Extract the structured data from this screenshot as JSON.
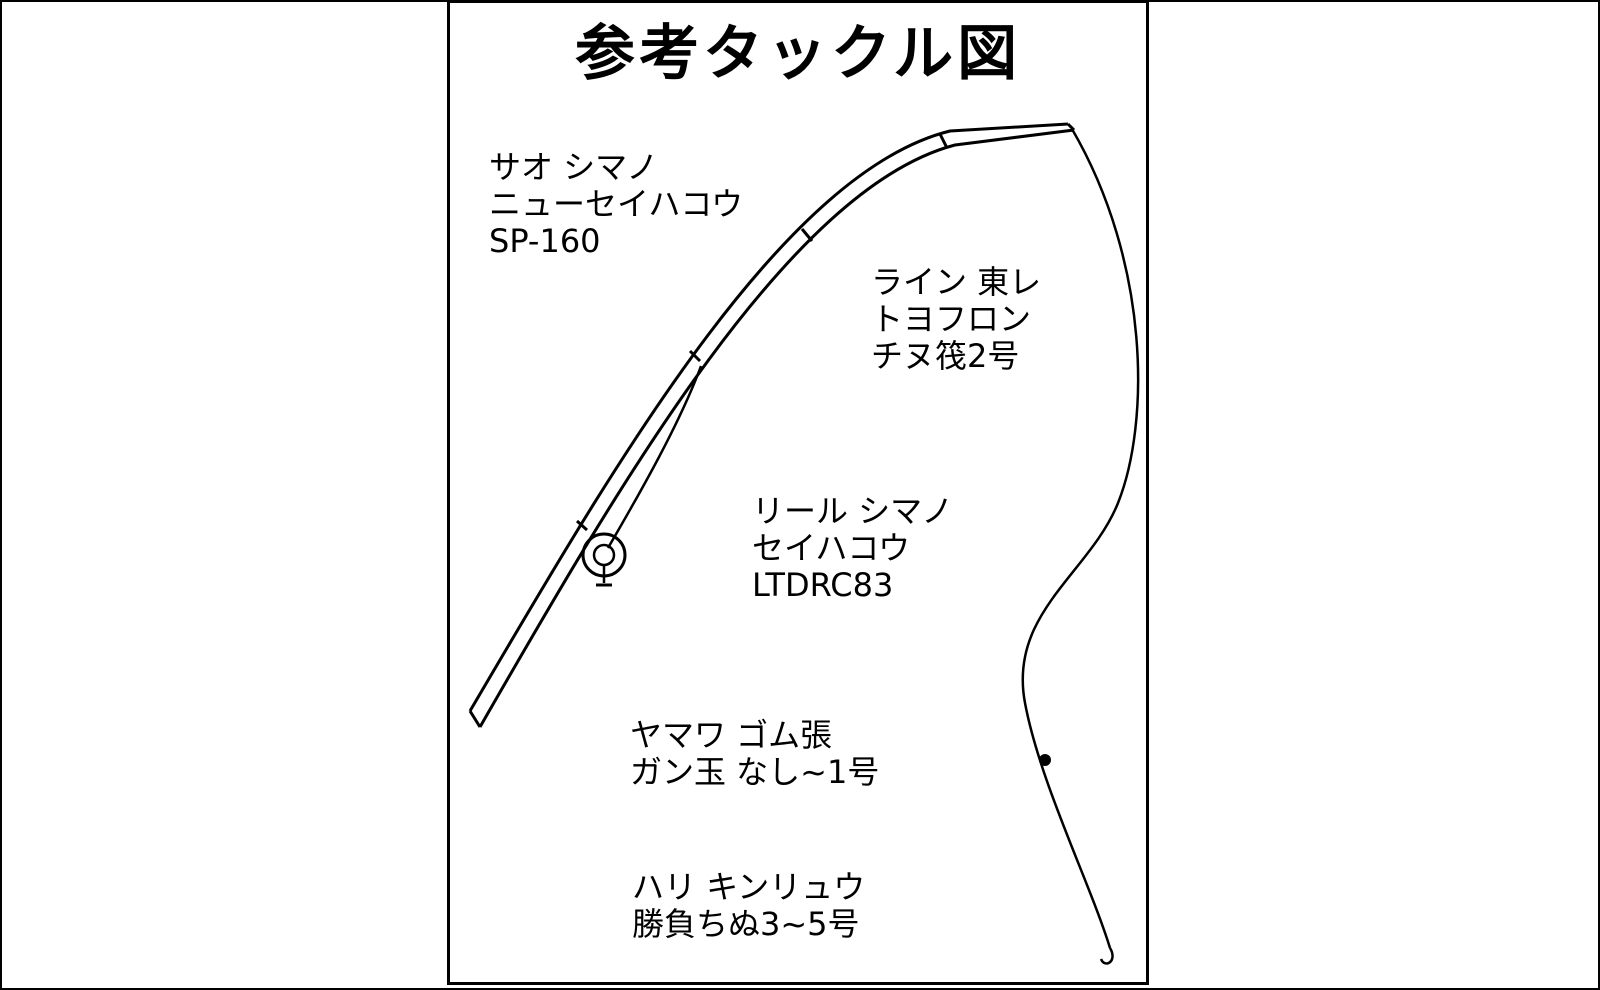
{
  "title": "参考タックル図",
  "rod": {
    "line1": "サオ シマノ",
    "line2": "ニューセイハコウ",
    "line3": "SP-160"
  },
  "fishing_line": {
    "line1": "ライン 東レ",
    "line2": "トヨフロン",
    "line3": "チヌ筏2号"
  },
  "reel": {
    "line1": "リール シマノ",
    "line2": "セイハコウ",
    "line3": "LTDRC83"
  },
  "float_weight": {
    "line1": "ヤマワ ゴム張",
    "line2": "ガン玉 なし~1号"
  },
  "hook": {
    "line1": "ハリ キンリュウ",
    "line2": "勝負ちぬ3~5号"
  },
  "colors": {
    "ink": "#000000",
    "background": "#ffffff"
  }
}
